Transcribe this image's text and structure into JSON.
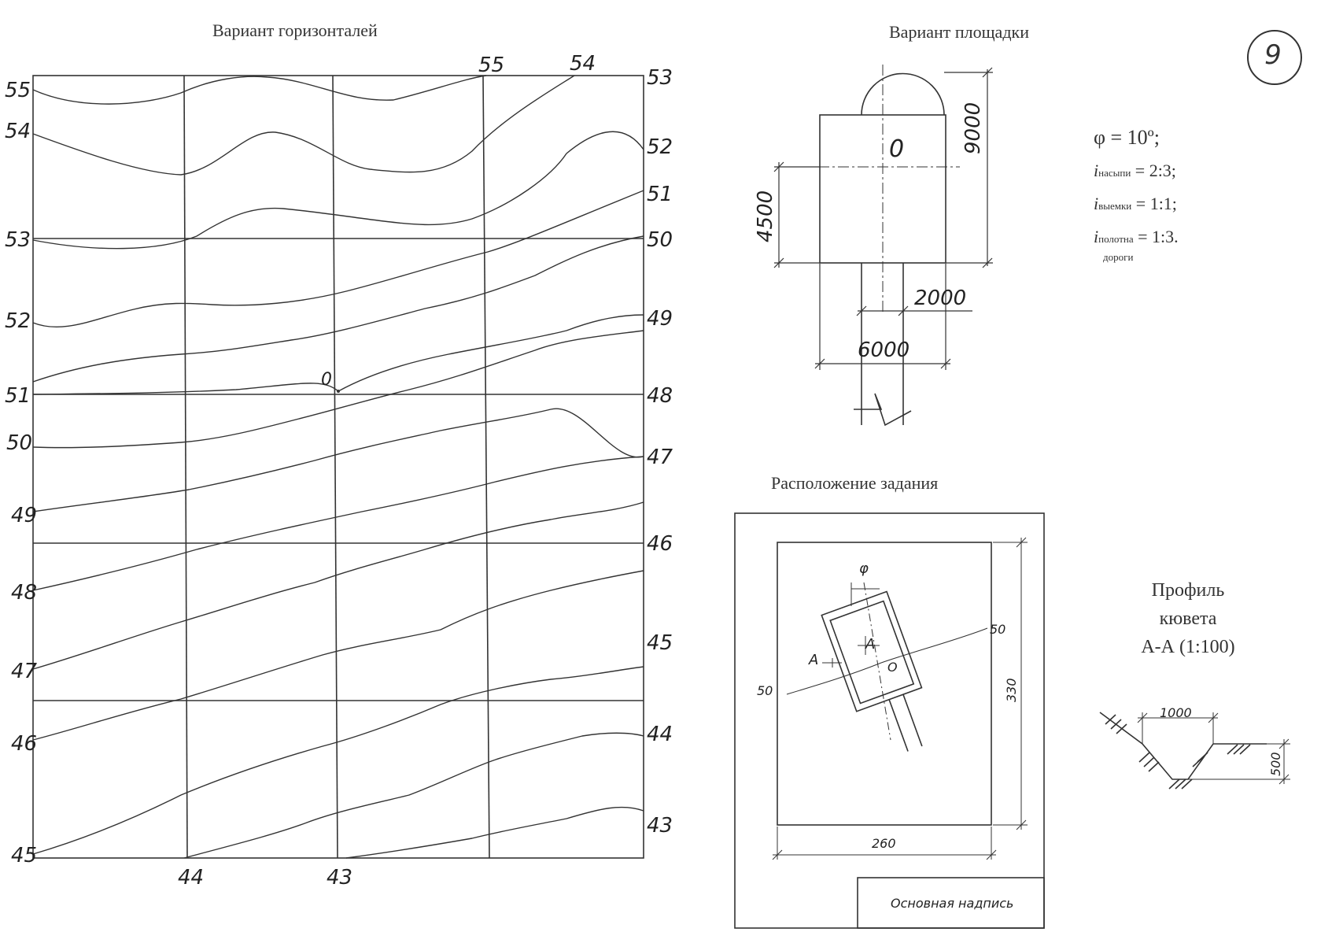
{
  "sheet_number": "9",
  "contour_map": {
    "title": "Вариант горизонталей",
    "left_labels": [
      "55",
      "54",
      "53",
      "52",
      "51",
      "50",
      "49",
      "48",
      "47",
      "46",
      "45"
    ],
    "right_labels": [
      "53",
      "52",
      "51",
      "50",
      "49",
      "48",
      "47",
      "46",
      "45",
      "44",
      "43"
    ],
    "top_labels": [
      "55",
      "54"
    ],
    "bottom_labels": [
      "44",
      "43"
    ],
    "point_label": "0"
  },
  "site_variant": {
    "title": "Вариант площадки",
    "center_label": "0",
    "dim_9000": "9000",
    "dim_4500": "4500",
    "dim_2000": "2000",
    "dim_6000": "6000"
  },
  "parameters": {
    "phi": "φ = 10º;",
    "i_fill_sym": "i",
    "i_fill_sub": "насыпи",
    "i_fill_val": "= 2:3;",
    "i_cut_sym": "i",
    "i_cut_sub": "выемки",
    "i_cut_val": "= 1:1;",
    "i_road_sym": "i",
    "i_road_sub": "полотна",
    "i_road_sub2": "дороги",
    "i_road_val": "= 1:3."
  },
  "task_layout": {
    "title": "Расположение задания",
    "phi_label": "φ",
    "section_a1": "A",
    "section_a2": "A",
    "center_label": "O",
    "contour_left": "50",
    "contour_right": "50",
    "dim_height": "330",
    "dim_width": "260",
    "title_block": "Основная надпись"
  },
  "ditch_profile": {
    "title_line1": "Профиль",
    "title_line2": "кювета",
    "title_line3": "А-А (1:100)",
    "dim_width": "1000",
    "dim_depth": "500"
  }
}
